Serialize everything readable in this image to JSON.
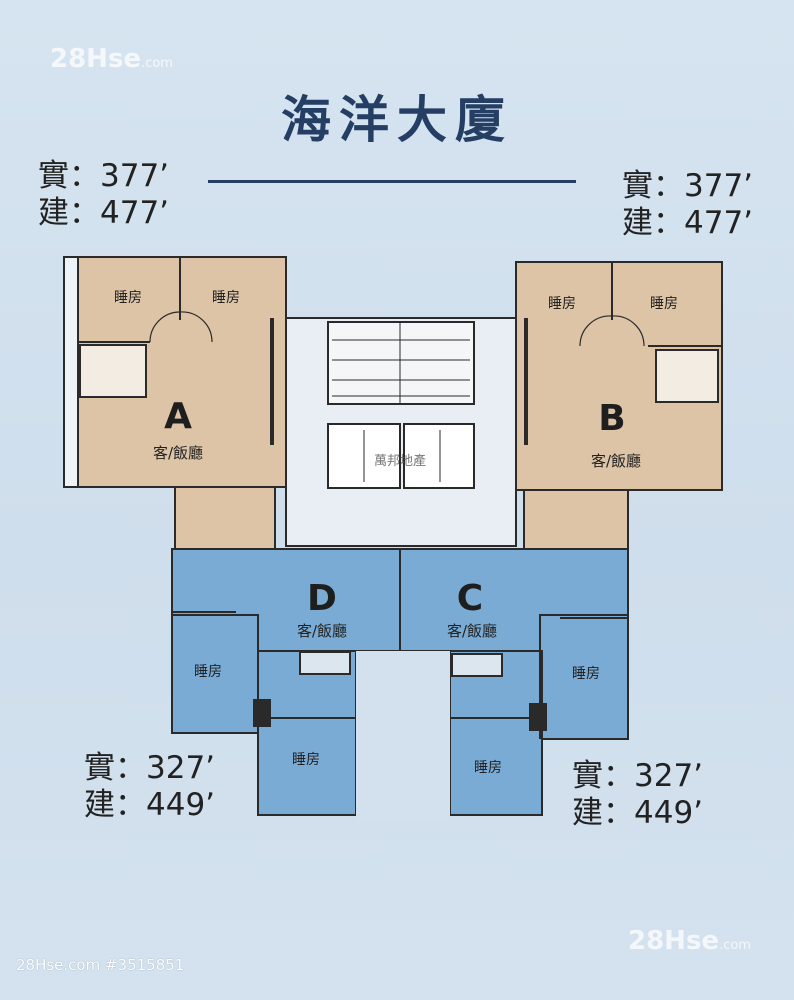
{
  "title": "海洋大廈",
  "watermark": {
    "brand": "28Hse",
    "domain": ".com"
  },
  "center_mark": "萬邦地產",
  "units": [
    {
      "letter": "A",
      "area_saleable": "實：377’",
      "area_gross": "建：477’",
      "living": "客/飯廳",
      "rooms": [
        "睡房",
        "睡房"
      ]
    },
    {
      "letter": "B",
      "area_saleable": "實：377’",
      "area_gross": "建：477’",
      "living": "客/飯廳",
      "rooms": [
        "睡房",
        "睡房"
      ]
    },
    {
      "letter": "C",
      "area_saleable": "實：327’",
      "area_gross": "建：449’",
      "living": "客/飯廳",
      "rooms": [
        "睡房",
        "睡房"
      ]
    },
    {
      "letter": "D",
      "area_saleable": "實：327’",
      "area_gross": "建：449’",
      "living": "客/飯廳",
      "rooms": [
        "睡房",
        "睡房"
      ]
    }
  ],
  "footer": "28Hse.com #3515851",
  "colors": {
    "background": "#d3e1ee",
    "unit_ab": "#ddc4a6",
    "unit_cd": "#7aabd4",
    "wall": "#2a2a2a",
    "title": "#253e63"
  }
}
